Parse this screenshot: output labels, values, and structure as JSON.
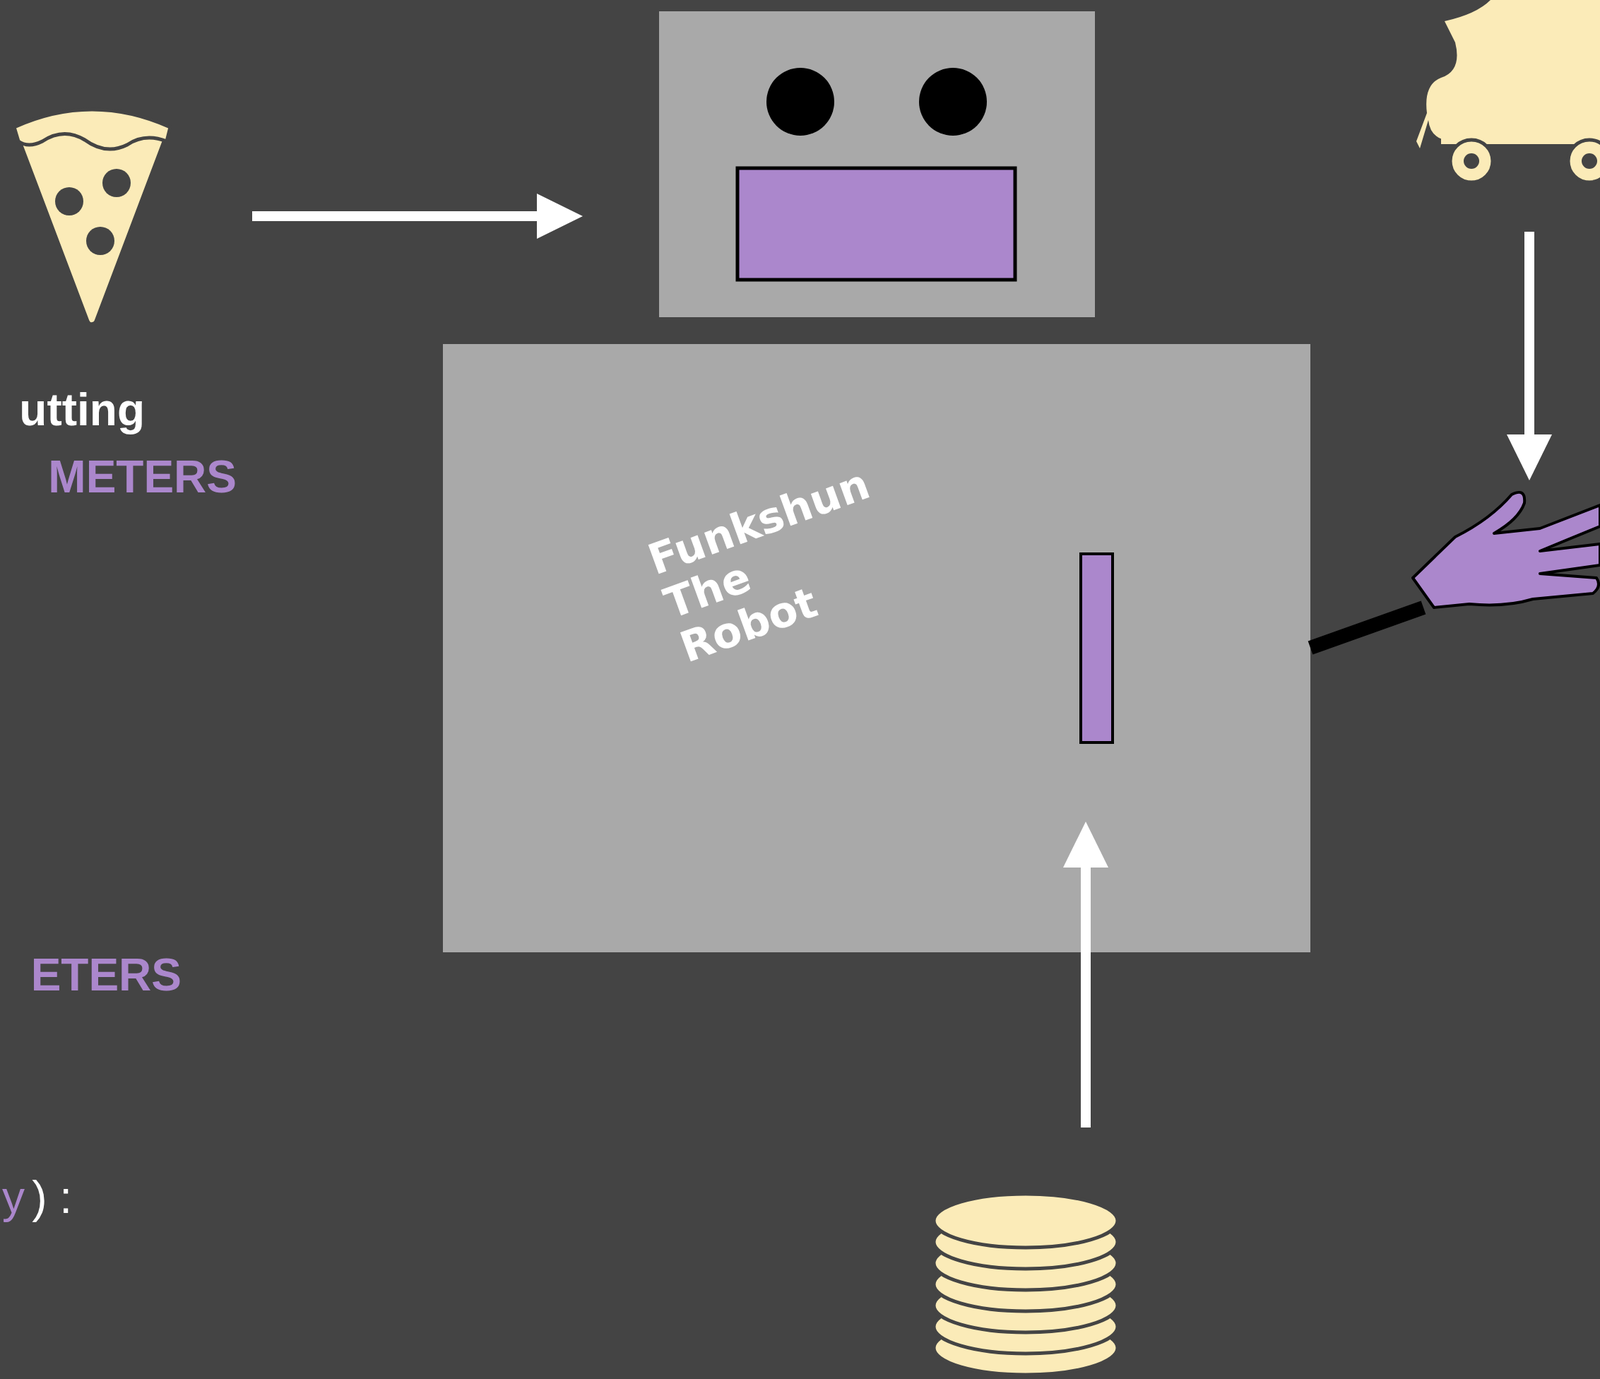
{
  "diagram": {
    "nodes": [
      {
        "text": [
          "Funkshun The Robot"
        ]
      }
    ],
    "labels": [
      "utting",
      "METERS",
      "ETERS",
      "y",
      ") :"
    ]
  }
}
